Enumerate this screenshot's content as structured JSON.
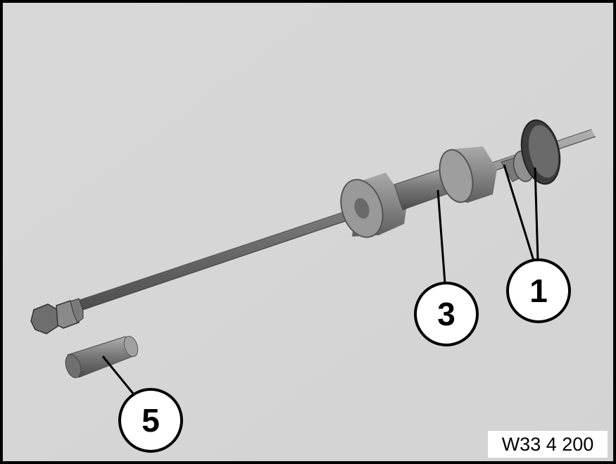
{
  "figure": {
    "code": "W33 4 200",
    "callouts": [
      {
        "label": "1"
      },
      {
        "label": "3"
      },
      {
        "label": "5"
      }
    ]
  },
  "colors": {
    "background": "#d7d7d7",
    "frame": "#000000",
    "tool_metal": "#8e8e8e"
  }
}
